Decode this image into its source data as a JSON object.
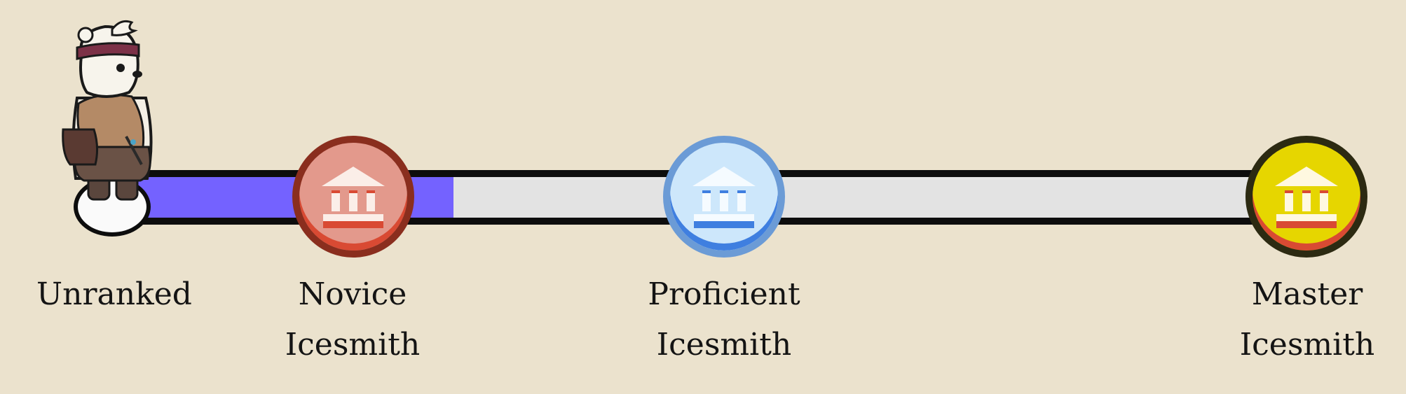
{
  "progress": {
    "fraction": 0.29
  },
  "character": {
    "name": "polar-bear-smith"
  },
  "ranks": [
    {
      "line1": "Unranked",
      "line2": "",
      "icon": "start-node",
      "colors": {
        "face": "#fafafa"
      }
    },
    {
      "line1": "Novice",
      "line2": "Icesmith",
      "icon": "bank-icon",
      "colors": {
        "ring": "#8a2e1e",
        "face": "#e3998c",
        "accent": "#d94a33",
        "glyph": "#fbeee8"
      }
    },
    {
      "line1": "Proficient",
      "line2": "Icesmith",
      "icon": "bank-icon",
      "colors": {
        "ring": "#6b9bd6",
        "face": "#cde7fb",
        "accent": "#3f7fe0",
        "glyph": "#f5fbff"
      }
    },
    {
      "line1": "Master",
      "line2": "Icesmith",
      "icon": "bank-icon",
      "colors": {
        "ring": "#2c2a12",
        "face": "#e6d600",
        "accent": "#d94a33",
        "glyph": "#fff8e0"
      }
    }
  ],
  "colors": {
    "background": "#ebe2cd",
    "fill": "#7462ff",
    "track": "#e3e3e3",
    "outline": "#0d0d0d"
  }
}
